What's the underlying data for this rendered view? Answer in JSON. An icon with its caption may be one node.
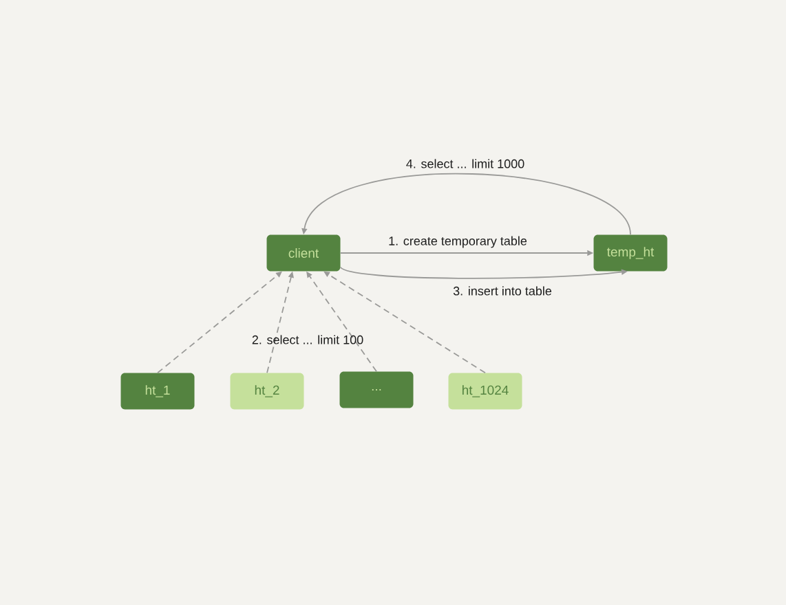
{
  "diagram": {
    "nodes": [
      {
        "text": [
          "client"
        ]
      },
      {
        "text": [
          "temp_ht"
        ]
      },
      {
        "text": [
          "ht_1"
        ]
      },
      {
        "text": [
          "ht_2"
        ]
      },
      {
        "text": [
          "..."
        ]
      },
      {
        "text": [
          "ht_1024"
        ]
      }
    ],
    "edges": [
      {
        "from": 0,
        "to": 1,
        "arrow": "to",
        "label": "1. create temporary table"
      },
      {
        "from": 2,
        "to": 0,
        "arrow": "to",
        "style": "dashed"
      },
      {
        "from": 3,
        "to": 0,
        "arrow": "to",
        "style": "dashed"
      },
      {
        "from": 4,
        "to": 0,
        "arrow": "to",
        "style": "dashed"
      },
      {
        "from": 5,
        "to": 0,
        "arrow": "to",
        "style": "dashed"
      },
      {
        "from": 0,
        "to": 1,
        "arrow": "to",
        "label": "3. insert into table"
      },
      {
        "from": 1,
        "to": 0,
        "arrow": "to",
        "label": "4. select ... limit 1000"
      }
    ],
    "labels": [
      "2. select ... limit 100"
    ]
  }
}
